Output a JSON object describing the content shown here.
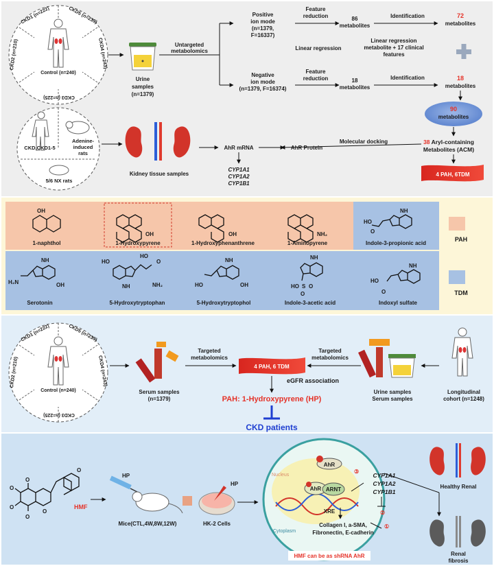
{
  "colors": {
    "panel1_bg": "#eeeeee",
    "panel2_bg": "#fdf6d8",
    "pah_bg": "#f6c6aa",
    "tdm_bg": "#a7c1e3",
    "panel3_bg": "#e2eef8",
    "panel4_bg": "#cfe2f3",
    "accent_red": "#e53228",
    "accent_blue": "#1f3fd1"
  },
  "panel1": {
    "cohort_groups": [
      "CKD1 (n=222)",
      "CKD5 (n=239)",
      "CKD4 (n=243)",
      "CKD3 (n=225)",
      "CKD2 (n=210)",
      "Control (n=240)"
    ],
    "untargeted": "Untargeted",
    "metabolomics": "metabolomics",
    "urine_samples": [
      "Urine",
      "samples",
      "(n=1379)"
    ],
    "positive_mode": [
      "Positive",
      "ion mode",
      "(n=1379,",
      "F=16337)"
    ],
    "negative_mode": [
      "Negative",
      "ion mode",
      "(n=1379, F=16374)"
    ],
    "feature_reduction": [
      "Feature",
      "reduction"
    ],
    "pos_count": [
      "86",
      "metabolites"
    ],
    "neg_count": [
      "18",
      "metabolites"
    ],
    "identification": "Identification",
    "pos_identified": "72",
    "neg_identified": "18",
    "metabolites_word": "metabolites",
    "linear_regression": "Linear regression",
    "linear_regression_note": [
      "Linear regression",
      "metabolite + 17 clinical",
      "features"
    ],
    "merged_count": "90",
    "acm_count": "38",
    "acm_label": [
      "Aryl-containing",
      "Metabolites (ACM)"
    ],
    "pah_tdm": "4 PAH, 6TDM",
    "ckd_label": "CKD,CKD1-5",
    "adenine_rats": [
      "Adenine-",
      "induced",
      "rats"
    ],
    "nx_rats": "5/6 NX rats",
    "kidney_samples": "Kidney tissue samples",
    "ahr_mrna": "AhR mRNA",
    "ahr_protein": "AhR Protein",
    "molecular_docking": "Molecular docking",
    "cyp_genes": [
      "CYP1A1",
      "CYP1A2",
      "CYP1B1"
    ]
  },
  "panel2": {
    "pah_compounds": [
      "1-naphthol",
      "1-Hydroxypyrene",
      "1-Hydroxyphenanthrene",
      "1-Aminopyrene"
    ],
    "indole_propionic": "Indole-3-propionic acid",
    "tdm_compounds": [
      "Serotonin",
      "5-Hydroxytryptophan",
      "5-Hydroxytryptophol",
      "Indole-3-acetic acid",
      "Indoxyl sulfate"
    ],
    "legend_pah": "PAH",
    "legend_tdm": "TDM",
    "atoms": {
      "oh": "OH",
      "nh": "NH",
      "nh2": "NH₂",
      "h2n": "H₂N",
      "ho": "HO",
      "o": "O",
      "s": "S"
    }
  },
  "panel3": {
    "cohort_groups": [
      "CKD1 (n=222)",
      "CKD5 (n=239)",
      "CKD4 (n=243)",
      "CKD3 (n=225)",
      "CKD2 (n=210)",
      "Control (n=240)"
    ],
    "targeted": "Targeted",
    "metabolomics": "metabolomics",
    "serum_samples": [
      "Serum samples",
      "(n=1379)"
    ],
    "pah_tdm": "4 PAH, 6 TDM",
    "egfr": "eGFR association",
    "hp_result": "PAH: 1-Hydroxypyrene (HP)",
    "ckd_patients": "CKD patients",
    "urine_serum": [
      "Urine samples",
      "Serum samples"
    ],
    "longitudinal": [
      "Longitudinal",
      "cohort (n=1248)"
    ]
  },
  "panel4": {
    "hmf": "HMF",
    "hp": "HP",
    "mice": "Mice(CTL,4W,8W,12W)",
    "hk2": "HK-2 Cells",
    "ahr": "AhR",
    "arnt": "ARNT",
    "xre": "XRE",
    "nucleus": "Nucleus",
    "cytoplasm": "Cytoplasm",
    "targets": [
      "Collagen I, a-SMA,",
      "Fibronectin, E-cadherin"
    ],
    "note": "HMF can be as shRNA AhR",
    "healthy": "Healthy Renal",
    "fibrosis": [
      "Renal",
      "fibrosis"
    ],
    "step_numbers": [
      "③",
      "②",
      "①"
    ]
  }
}
